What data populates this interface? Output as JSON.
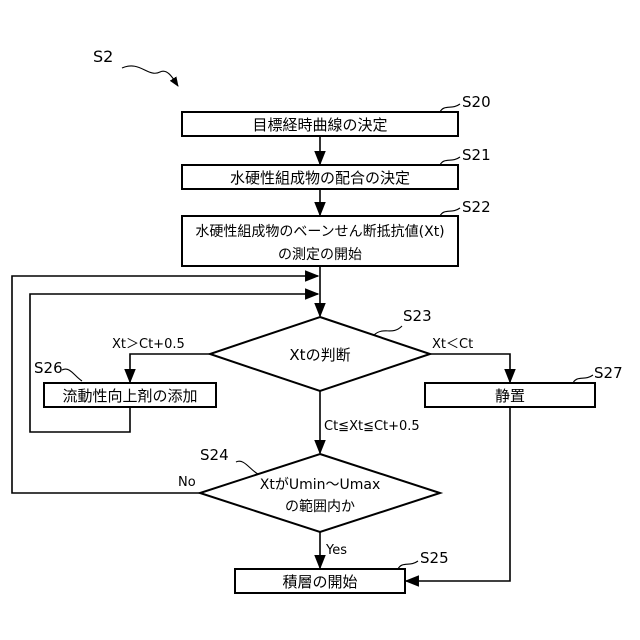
{
  "diagram": {
    "process_id": "S2",
    "steps": {
      "s20": {
        "id": "S20",
        "text": "目標経時曲線の決定"
      },
      "s21": {
        "id": "S21",
        "text": "水硬性組成物の配合の決定"
      },
      "s22": {
        "id": "S22",
        "line1": "水硬性組成物のベーンせん断抵抗値(Xt)",
        "line2": "の測定の開始"
      },
      "s23": {
        "id": "S23",
        "text": "Xtの判断"
      },
      "s24": {
        "id": "S24",
        "line1": "XtがUmin～Umax",
        "line2": "の範囲内か"
      },
      "s25": {
        "id": "S25",
        "text": "積層の開始"
      },
      "s26": {
        "id": "S26",
        "text": "流動性向上剤の添加"
      },
      "s27": {
        "id": "S27",
        "text": "静置"
      }
    },
    "edges": {
      "left_cond": "Xt＞Ct+0.5",
      "right_cond": "Xt＜Ct",
      "down_cond": "Ct≦Xt≦Ct+0.5",
      "no": "No",
      "yes": "Yes"
    }
  }
}
